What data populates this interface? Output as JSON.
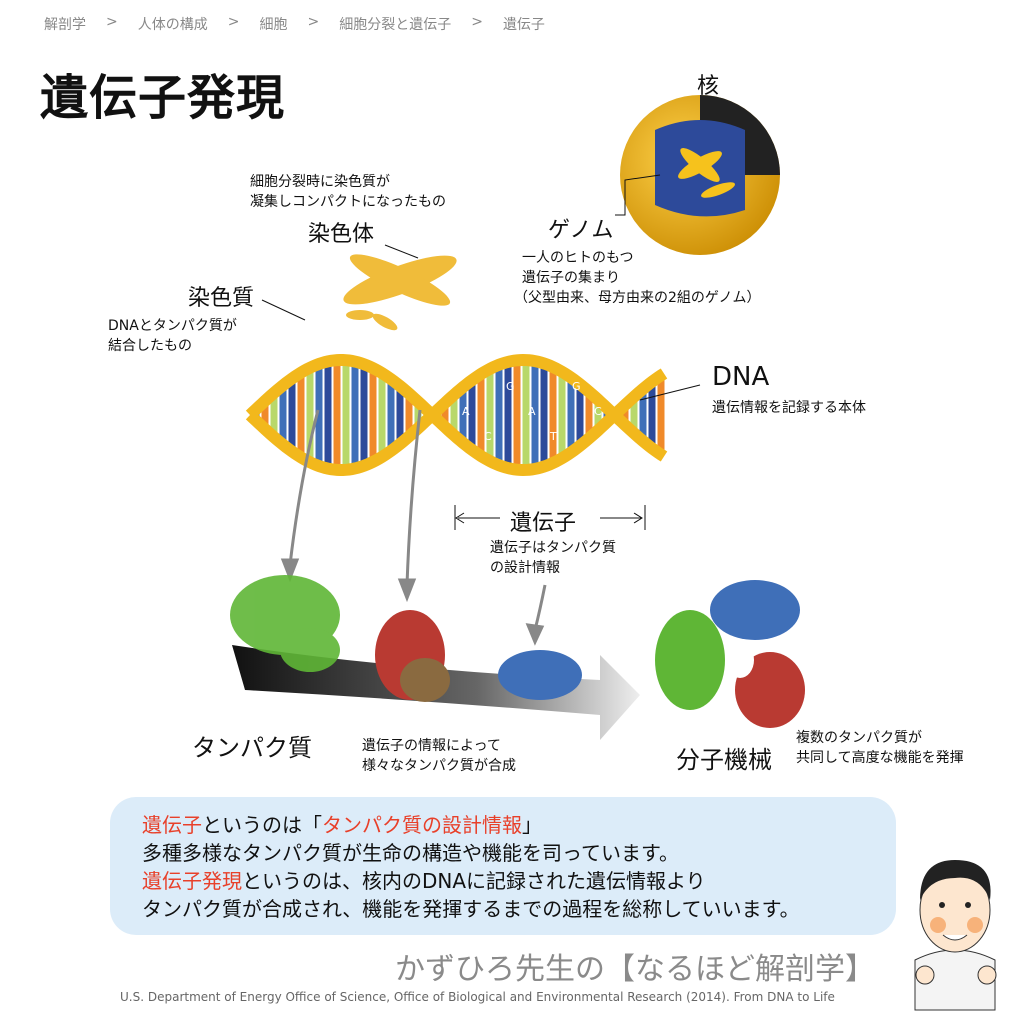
{
  "breadcrumb": [
    "解剖学",
    ">",
    "人体の構成",
    ">",
    "細胞",
    ">",
    "細胞分裂と遺伝子",
    ">",
    "遺伝子"
  ],
  "title": "遺伝子発現",
  "labels": {
    "nucleus": "核",
    "genome": "ゲノム",
    "genome_desc": [
      "一人のヒトのもつ",
      "遺伝子の集まり",
      "（父型由来、母方由来の2組のゲノム）"
    ],
    "chromosome_desc": [
      "細胞分裂時に染色質が",
      "凝集しコンパクトになったもの"
    ],
    "chromosome": "染色体",
    "chromatin": "染色質",
    "chromatin_desc": [
      "DNAとタンパク質が",
      "結合したもの"
    ],
    "dna": "DNA",
    "dna_desc": "遺伝情報を記録する本体",
    "gene": "遺伝子",
    "gene_desc": [
      "遺伝子はタンパク質",
      "の設計情報"
    ],
    "protein": "タンパク質",
    "synthesis_desc": [
      "遺伝子の情報によって",
      "様々なタンパク質が合成"
    ],
    "machine": "分子機械",
    "machine_desc": [
      "複数のタンパク質が",
      "共同して高度な機能を発揮"
    ],
    "bases": [
      "T",
      "A",
      "C",
      "G",
      "A",
      "T",
      "G",
      "C"
    ]
  },
  "bubble": {
    "l1a": "遺伝子",
    "l1b": "というのは「",
    "l1c": "タンパク質の設計情報",
    "l1d": "」",
    "l2": "多種多様なタンパク質が生命の構造や機能を司っています。",
    "l3a": "遺伝子発現",
    "l3b": "というのは、核内のDNAに記録された遺伝情報より",
    "l4": "タンパク質が合成され、機能を発揮するまでの過程を総称していいます。"
  },
  "brand": "かずひろ先生の【なるほど解剖学】",
  "citation": "U.S. Department of Energy Office of Science, Office of Biological and Environmental Research (2014). From DNA to Life",
  "colors": {
    "accent": "#e8402a",
    "bubble": "#dcecf9",
    "gold": "#f2b81c"
  }
}
